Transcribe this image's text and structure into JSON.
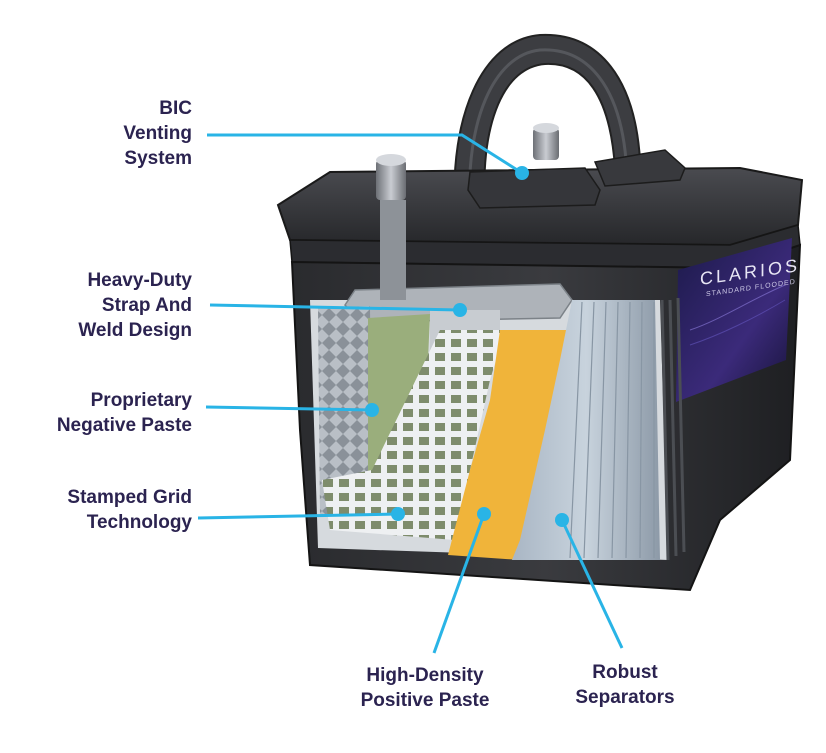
{
  "brand": {
    "name": "CLARIOS",
    "subtitle": "STANDARD FLOODED"
  },
  "colors": {
    "label_text": "#2b2350",
    "callout_line": "#29b4e6"
  },
  "callouts": [
    {
      "id": "bic",
      "lines": [
        "BIC",
        "Venting",
        "System"
      ]
    },
    {
      "id": "strap",
      "lines": [
        "Heavy-Duty",
        "Strap And",
        "Weld Design"
      ]
    },
    {
      "id": "negative",
      "lines": [
        "Proprietary",
        "Negative Paste"
      ]
    },
    {
      "id": "grid",
      "lines": [
        "Stamped Grid",
        "Technology"
      ]
    },
    {
      "id": "positive",
      "lines": [
        "High-Density",
        "Positive Paste"
      ]
    },
    {
      "id": "separators",
      "lines": [
        "Robust",
        "Separators"
      ]
    }
  ]
}
